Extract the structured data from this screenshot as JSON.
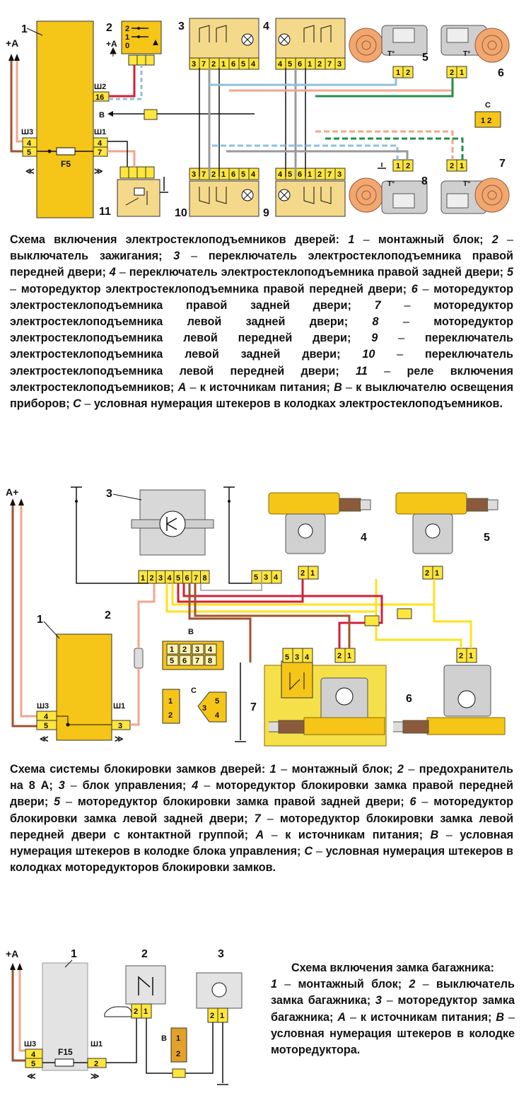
{
  "diagram1": {
    "labels": {
      "n1": "1",
      "n2": "2",
      "n3": "3",
      "n4": "4",
      "n5": "5",
      "n6": "6",
      "n7": "7",
      "n8": "8",
      "n9": "9",
      "n10": "10",
      "n11": "11",
      "plus_a": "+A",
      "arrow_a": "+A",
      "b": "B",
      "c": "C",
      "fuse": "F5",
      "sh1": "Ш1",
      "sh2": "Ш2",
      "sh3": "Ш3",
      "sh1_pins": [
        "4",
        "7"
      ],
      "sh2_pins": [
        "16"
      ],
      "sh3_pins": [
        "4",
        "5"
      ],
      "ign_pos": [
        "2",
        "1",
        "0"
      ],
      "sw3_pins": [
        "3",
        "7",
        "2",
        "1",
        "6",
        "5",
        "4"
      ],
      "sw4_pins": [
        "4",
        "5",
        "6",
        "1",
        "2",
        "7",
        "3"
      ],
      "sw10_pins": [
        "3",
        "7",
        "2",
        "1",
        "6",
        "5",
        "4"
      ],
      "sw9_pins": [
        "4",
        "5",
        "6",
        "1",
        "2",
        "7",
        "3"
      ],
      "motor_pins": [
        "1",
        "2"
      ],
      "motor_pins_b": [
        "2",
        "1"
      ],
      "c_pins": "1 2",
      "temp": "T°"
    },
    "caption": {
      "title": "Схема включения электростеклоподъемников дверей:",
      "items": [
        {
          "k": "1",
          "v": "монтажный блок;"
        },
        {
          "k": "2",
          "v": "выключатель зажигания;"
        },
        {
          "k": "3",
          "v": "переключатель электростеклоподъемника правой передней двери;"
        },
        {
          "k": "4",
          "v": "переключатель электростеклоподъемника правой задней двери;"
        },
        {
          "k": "5",
          "v": "моторедуктор электростеклоподъемника правой передней двери;"
        },
        {
          "k": "6",
          "v": "моторедуктор электростеклоподъемника правой задней двери;"
        },
        {
          "k": "7",
          "v": "моторедуктор электростеклоподъемника левой задней двери;"
        },
        {
          "k": "8",
          "v": "моторедуктор электростеклоподъемника левой передней двери;"
        },
        {
          "k": "9",
          "v": "переключатель электростеклоподъемника левой задней двери;"
        },
        {
          "k": "10",
          "v": "переключатель электростеклоподъемника левой передней двери;"
        },
        {
          "k": "11",
          "v": "реле включения электростеклоподъемников;"
        },
        {
          "k": "А",
          "v": "к источникам питания;"
        },
        {
          "k": "В",
          "v": "к выключателю освещения приборов;"
        },
        {
          "k": "С",
          "v": "условная нумерация штекеров в колодках электростеклоподъемников."
        }
      ]
    }
  },
  "diagram2": {
    "labels": {
      "plus_a": "A+",
      "n1": "1",
      "n2": "2",
      "n3": "3",
      "n4": "4",
      "n5": "5",
      "n6": "6",
      "n7": "7",
      "b": "B",
      "c": "C",
      "sh1": "Ш1",
      "sh3": "Ш3",
      "sh1_pins": [
        "3"
      ],
      "sh3_pins": [
        "4",
        "5"
      ],
      "ctrl_pins": [
        "1",
        "2",
        "3",
        "4",
        "5",
        "6",
        "7",
        "8"
      ],
      "ctrl_pins2": [
        "5",
        "3",
        "4"
      ],
      "m4_pins": [
        "2",
        "1"
      ],
      "m5_pins": [
        "2",
        "1"
      ],
      "m6_pins": [
        "2",
        "1"
      ],
      "m7_pins": [
        "5",
        "3",
        "4"
      ],
      "m7_pins2": [
        "2",
        "1"
      ],
      "b_grid": [
        "1",
        "2",
        "3",
        "4",
        "5",
        "6",
        "7",
        "8"
      ],
      "c_left": [
        "1",
        "2"
      ],
      "c_right": [
        "3",
        "5",
        "4"
      ]
    },
    "caption": {
      "title": "Схема системы блокировки замков дверей:",
      "items": [
        {
          "k": "1",
          "v": "монтажный блок;"
        },
        {
          "k": "2",
          "v": "предохранитель на 8 А;"
        },
        {
          "k": "3",
          "v": "блок управления;"
        },
        {
          "k": "4",
          "v": "моторедуктор блокировки замка правой передней двери;"
        },
        {
          "k": "5",
          "v": "моторедуктор блокировки замка правой задней двери;"
        },
        {
          "k": "6",
          "v": "моторедуктор блокировки замка левой задней двери;"
        },
        {
          "k": "7",
          "v": "моторедуктор блокировки замка левой передней двери с контактной группой;"
        },
        {
          "k": "А",
          "v": "к источникам питания;"
        },
        {
          "k": "В",
          "v": "условная нумерация штекеров в колодке блока управления;"
        },
        {
          "k": "С",
          "v": "условная нумерация штекеров в колодках моторедукторов блокировки замков."
        }
      ]
    }
  },
  "diagram3": {
    "labels": {
      "plus_a": "+A",
      "n1": "1",
      "n2": "2",
      "n3": "3",
      "fuse": "F15",
      "sh1": "Ш1",
      "sh3": "Ш3",
      "sh1_pins": [
        "2"
      ],
      "sh3_pins": [
        "4",
        "5"
      ],
      "sw_pins": [
        "2",
        "1"
      ],
      "mot_pins": [
        "2",
        "1"
      ],
      "b": "B",
      "b_pins": [
        "1",
        "2"
      ]
    },
    "caption": {
      "title": "Схема включения замка багажника:",
      "items": [
        {
          "k": "1",
          "v": "монтажный блок;"
        },
        {
          "k": "2",
          "v": "выключатель замка багажника;"
        },
        {
          "k": "3",
          "v": "моторедуктор замка багажника;"
        },
        {
          "k": "А",
          "v": "к источникам питания;"
        },
        {
          "k": "В",
          "v": "условная нумерация штекеров в колодке моторедуктора."
        }
      ]
    }
  },
  "colors": {
    "yellow_block": "#f5c518",
    "pin_yellow": "#ffe63c",
    "switch_body": "#f5d98a",
    "wire_pink": "#f3a58c",
    "wire_brown": "#a0522d",
    "wire_red": "#d0203a",
    "wire_yellow": "#ffe21a",
    "wire_blue": "#8fbfe0",
    "wire_green": "#1f8f4a",
    "wire_gray": "#9a9a9a",
    "wire_black": "#111111"
  }
}
